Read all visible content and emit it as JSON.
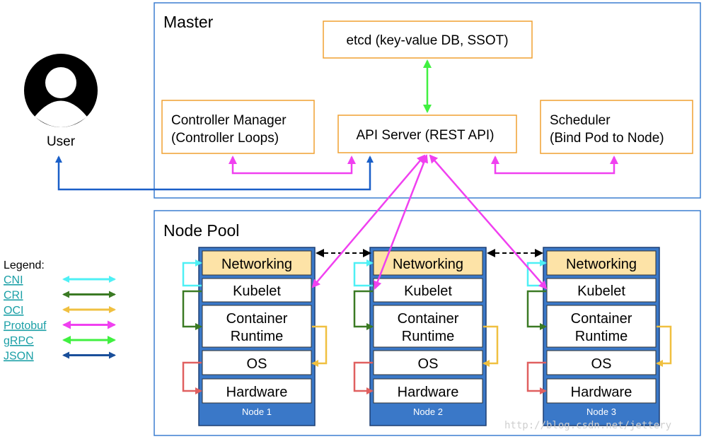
{
  "master": {
    "title": "Master",
    "etcd": "etcd (key-value DB, SSOT)",
    "controller_manager": [
      "Controller Manager",
      "(Controller Loops)"
    ],
    "api_server": "API Server (REST API)",
    "scheduler": [
      "Scheduler",
      "(Bind Pod to Node)"
    ]
  },
  "user": {
    "label": "User"
  },
  "node_pool": {
    "title": "Node Pool",
    "nodes": [
      {
        "name": "Node 1",
        "networking": "Networking",
        "kubelet": "Kubelet",
        "runtime": [
          "Container",
          "Runtime"
        ],
        "os": "OS",
        "hardware": "Hardware"
      },
      {
        "name": "Node 2",
        "networking": "Networking",
        "kubelet": "Kubelet",
        "runtime": [
          "Container",
          "Runtime"
        ],
        "os": "OS",
        "hardware": "Hardware"
      },
      {
        "name": "Node 3",
        "networking": "Networking",
        "kubelet": "Kubelet",
        "runtime": [
          "Container",
          "Runtime"
        ],
        "os": "OS",
        "hardware": "Hardware"
      }
    ]
  },
  "legend": {
    "title": "Legend:",
    "items": [
      {
        "label": "CNI",
        "color": "#4ef0f5"
      },
      {
        "label": "CRI",
        "color": "#3b7a24"
      },
      {
        "label": "OCI",
        "color": "#f0c040"
      },
      {
        "label": "Protobuf",
        "color": "#f040f0"
      },
      {
        "label": "gRPC",
        "color": "#40f040"
      },
      {
        "label": "JSON",
        "color": "#1a4f9a"
      }
    ]
  },
  "watermark": "http://blog.csdn.net/jettery",
  "colors": {
    "frame": "#3c7fd0",
    "orange_border": "#f0a030",
    "node_blue": "#3a78c8",
    "networking_fill": "#fde3a7",
    "api_blue": "#1a5fc8",
    "magenta": "#f040f0",
    "green": "#40f040"
  }
}
